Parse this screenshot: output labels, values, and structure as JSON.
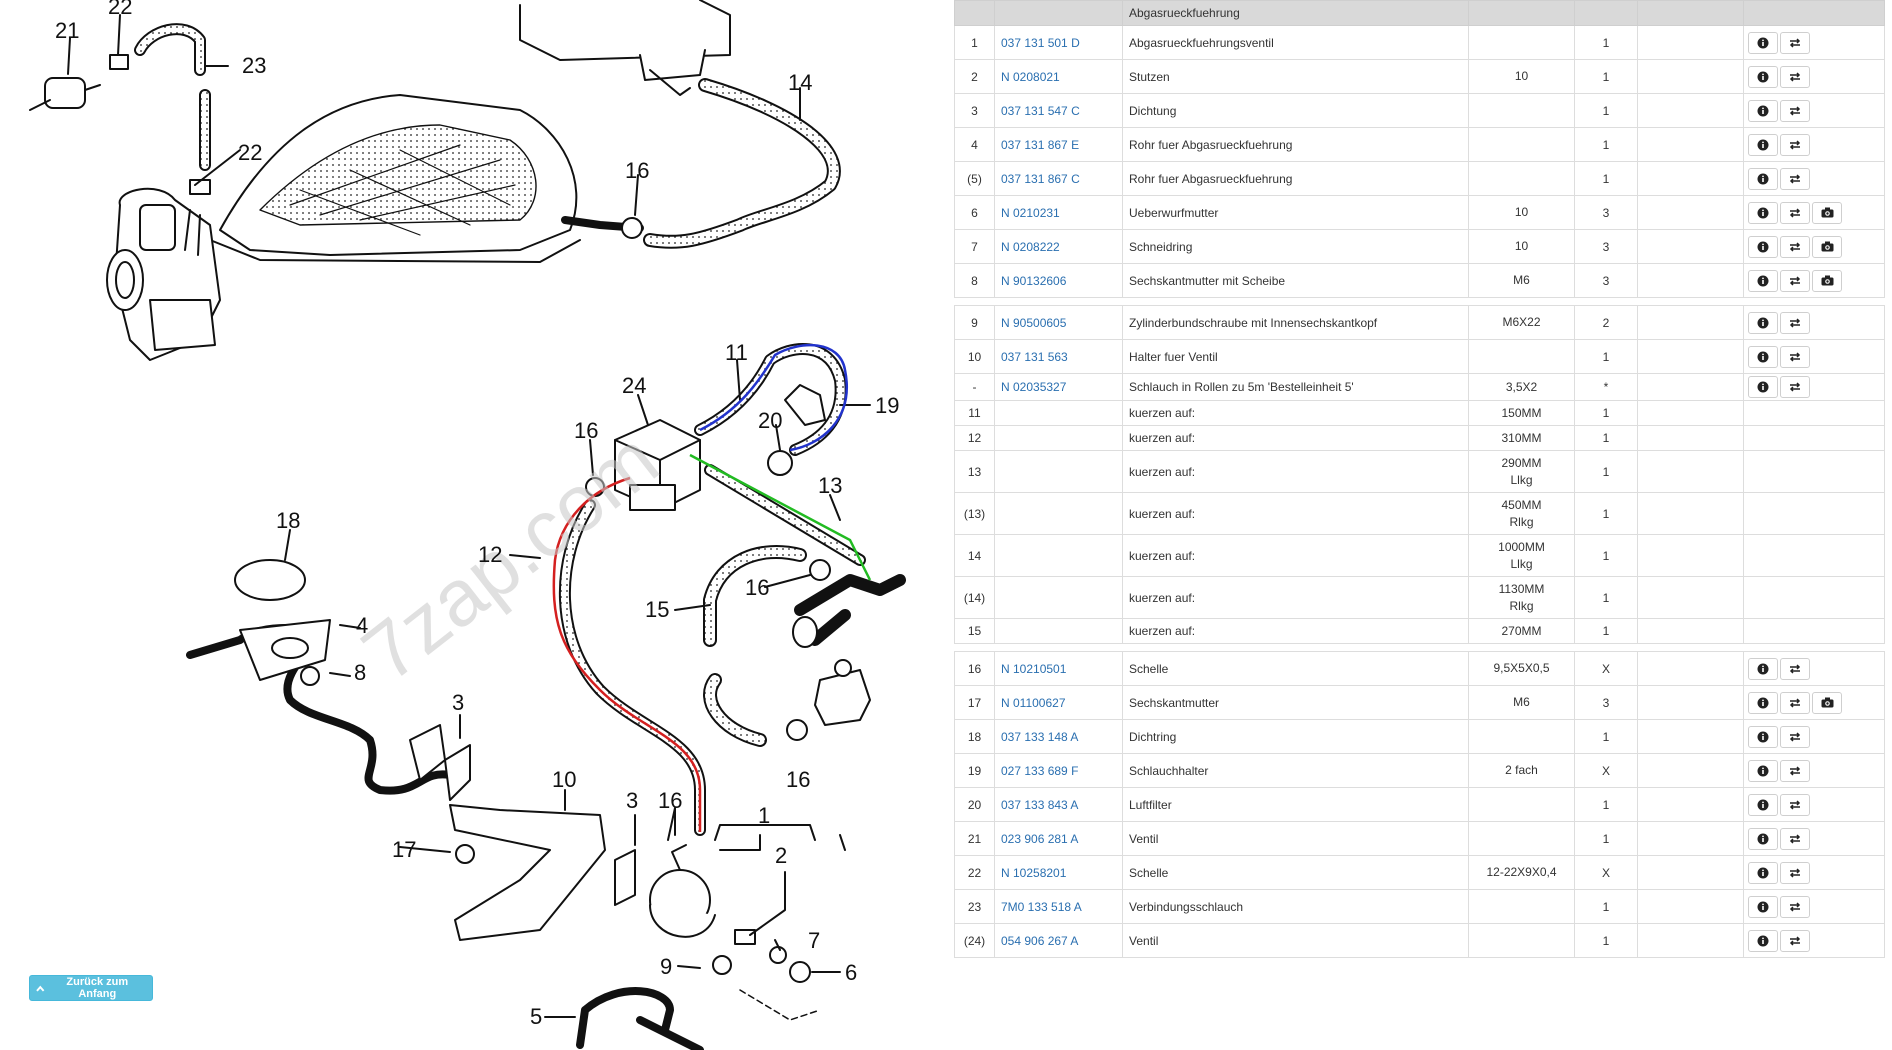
{
  "table": {
    "header": [
      "",
      "",
      "Abgasrueckfuehrung",
      "",
      "",
      "",
      ""
    ],
    "rows": [
      {
        "pos": "1",
        "num": "037 131 501 D",
        "desc": "Abgasrueckfuehrungsventil",
        "val": "",
        "qty": "1",
        "actions": [
          "info",
          "exchange"
        ]
      },
      {
        "pos": "2",
        "num": "N  0208021",
        "desc": "Stutzen",
        "val": "10",
        "qty": "1",
        "actions": [
          "info",
          "exchange"
        ]
      },
      {
        "pos": "3",
        "num": "037 131 547 C",
        "desc": "Dichtung",
        "val": "",
        "qty": "1",
        "actions": [
          "info",
          "exchange"
        ]
      },
      {
        "pos": "4",
        "num": "037 131 867 E",
        "desc": "Rohr fuer Abgasrueckfuehrung",
        "val": "",
        "qty": "1",
        "actions": [
          "info",
          "exchange"
        ]
      },
      {
        "pos": "(5)",
        "num": "037 131 867 C",
        "desc": "Rohr fuer Abgasrueckfuehrung",
        "val": "",
        "qty": "1",
        "actions": [
          "info",
          "exchange"
        ]
      },
      {
        "pos": "6",
        "num": "N  0210231",
        "desc": "Ueberwurfmutter",
        "val": "10",
        "qty": "3",
        "actions": [
          "info",
          "exchange",
          "camera"
        ]
      },
      {
        "pos": "7",
        "num": "N  0208222",
        "desc": "Schneidring",
        "val": "10",
        "qty": "3",
        "actions": [
          "info",
          "exchange",
          "camera"
        ]
      },
      {
        "pos": "8",
        "num": "N  90132606",
        "desc": "Sechskantmutter mit Scheibe",
        "val": "M6",
        "qty": "3",
        "actions": [
          "info",
          "exchange",
          "camera"
        ]
      },
      {
        "spacer": true
      },
      {
        "pos": "9",
        "num": "N  90500605",
        "desc": "Zylinderbundschraube mit Innensechskantkopf",
        "val": "M6X22",
        "qty": "2",
        "actions": [
          "info",
          "exchange"
        ]
      },
      {
        "pos": "10",
        "num": "037 131 563",
        "desc": "Halter fuer Ventil",
        "val": "",
        "qty": "1",
        "actions": [
          "info",
          "exchange"
        ]
      },
      {
        "pos": "-",
        "num": "N  02035327",
        "desc": "Schlauch in Rollen zu 5m 'Bestelleinheit 5'",
        "val": "3,5X2",
        "qty": "*",
        "actions": [
          "info",
          "exchange"
        ]
      },
      {
        "pos": "11",
        "num": "",
        "desc": "kuerzen auf:",
        "val": "150MM",
        "qty": "1",
        "actions": []
      },
      {
        "pos": "12",
        "num": "",
        "desc": "kuerzen auf:",
        "val": "310MM",
        "qty": "1",
        "actions": []
      },
      {
        "pos": "13",
        "num": "",
        "desc": "kuerzen auf:",
        "val": "290MM",
        "val2": "Llkg",
        "qty": "1",
        "actions": []
      },
      {
        "pos": "(13)",
        "num": "",
        "desc": "kuerzen auf:",
        "val": "450MM",
        "val2": "Rlkg",
        "qty": "1",
        "actions": []
      },
      {
        "pos": "14",
        "num": "",
        "desc": "kuerzen auf:",
        "val": "1000MM",
        "val2": "Llkg",
        "qty": "1",
        "actions": []
      },
      {
        "pos": "(14)",
        "num": "",
        "desc": "kuerzen auf:",
        "val": "1130MM",
        "val2": "Rlkg",
        "qty": "1",
        "actions": []
      },
      {
        "pos": "15",
        "num": "",
        "desc": "kuerzen auf:",
        "val": "270MM",
        "qty": "1",
        "actions": []
      },
      {
        "spacer": true
      },
      {
        "pos": "16",
        "num": "N  10210501",
        "desc": "Schelle",
        "val": "9,5X5X0,5",
        "qty": "X",
        "actions": [
          "info",
          "exchange"
        ]
      },
      {
        "pos": "17",
        "num": "N  01100627",
        "desc": "Sechskantmutter",
        "val": "M6",
        "qty": "3",
        "actions": [
          "info",
          "exchange",
          "camera"
        ]
      },
      {
        "pos": "18",
        "num": "037 133 148 A",
        "desc": "Dichtring",
        "val": "",
        "qty": "1",
        "actions": [
          "info",
          "exchange"
        ]
      },
      {
        "pos": "19",
        "num": "027 133 689 F",
        "desc": "Schlauchhalter",
        "val": "2 fach",
        "qty": "X",
        "actions": [
          "info",
          "exchange"
        ]
      },
      {
        "pos": "20",
        "num": "037 133 843 A",
        "desc": "Luftfilter",
        "val": "",
        "qty": "1",
        "actions": [
          "info",
          "exchange"
        ]
      },
      {
        "pos": "21",
        "num": "023 906 281 A",
        "desc": "Ventil",
        "val": "",
        "qty": "1",
        "actions": [
          "info",
          "exchange"
        ]
      },
      {
        "pos": "22",
        "num": "N  10258201",
        "desc": "Schelle",
        "val": "12-22X9X0,4",
        "qty": "X",
        "actions": [
          "info",
          "exchange"
        ]
      },
      {
        "pos": "23",
        "num": "7M0 133 518 A",
        "desc": "Verbindungsschlauch",
        "val": "",
        "qty": "1",
        "actions": [
          "info",
          "exchange"
        ]
      },
      {
        "pos": "(24)",
        "num": "054 906 267 A",
        "desc": "Ventil",
        "val": "",
        "qty": "1",
        "actions": [
          "info",
          "exchange"
        ]
      }
    ]
  },
  "back_button": {
    "label": "Zurück zum Anfang",
    "icon": "chevron-up-icon"
  },
  "diagram": {
    "watermark": "7zap.com",
    "callouts": [
      {
        "label": "21"
      },
      {
        "label": "22"
      },
      {
        "label": "23"
      },
      {
        "label": "22"
      },
      {
        "label": "14"
      },
      {
        "label": "16"
      },
      {
        "label": "11"
      },
      {
        "label": "24"
      },
      {
        "label": "16"
      },
      {
        "label": "20"
      },
      {
        "label": "19"
      },
      {
        "label": "13"
      },
      {
        "label": "18"
      },
      {
        "label": "12"
      },
      {
        "label": "16"
      },
      {
        "label": "15"
      },
      {
        "label": "4"
      },
      {
        "label": "8"
      },
      {
        "label": "3"
      },
      {
        "label": "16"
      },
      {
        "label": "10"
      },
      {
        "label": "3"
      },
      {
        "label": "16"
      },
      {
        "label": "1"
      },
      {
        "label": "17"
      },
      {
        "label": "2"
      },
      {
        "label": "7"
      },
      {
        "label": "9"
      },
      {
        "label": "6"
      },
      {
        "label": "5"
      }
    ]
  },
  "colors": {
    "link": "#2a6fb0",
    "header_bg": "#d9d9d9",
    "button": "#5bc0de",
    "hose_red": "#d42020",
    "hose_blue": "#2233cc",
    "hose_green": "#22bb22"
  }
}
